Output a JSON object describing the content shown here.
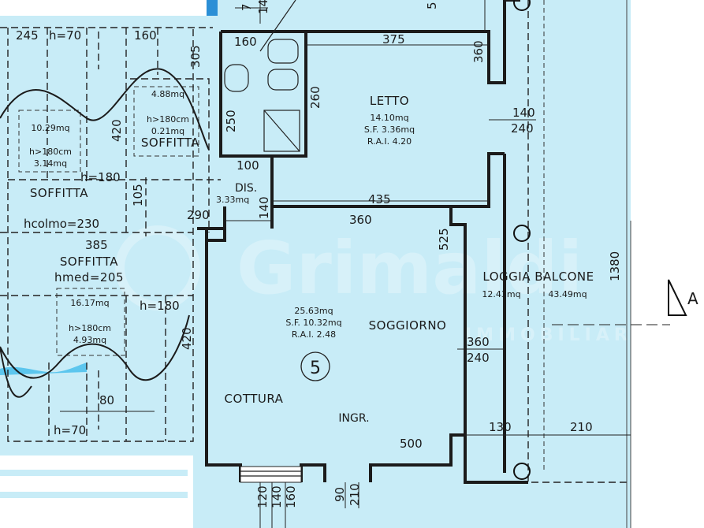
{
  "unit_number": "5",
  "watermark": {
    "brand": "Grimaldi",
    "tagline": "IMMOBILIARE"
  },
  "section_marker": "A",
  "rooms": {
    "letto": {
      "name": "LETTO",
      "area": "14.10mq",
      "sf": "S.F. 3.36mq",
      "rai": "R.A.I. 4.20"
    },
    "dis": {
      "name": "DIS.",
      "area": "3.33mq"
    },
    "soggiorno": {
      "name": "SOGGIORNO",
      "area": "25.63mq",
      "sf": "S.F. 10.32mq",
      "rai": "R.A.I. 2.48"
    },
    "cottura": {
      "name": "COTTURA"
    },
    "ingresso": {
      "name": "INGR."
    },
    "loggia": {
      "name": "LOGGIA BALCONE",
      "area_a": "12.43mq",
      "area_b": "43.49mq"
    },
    "soffitta_a": {
      "name": "SOFFITTA",
      "area": "10.29mq",
      "h_note": "h>180cm",
      "h_area": "3.14mq"
    },
    "soffitta_b": {
      "name": "SOFFITTA",
      "area": "4.88mq",
      "h_note": "h>180cm",
      "h_area": "0.21mq"
    },
    "soffitta_c": {
      "name": "SOFFITTA",
      "height_label": "hmed=205",
      "area": "16.17mq",
      "h_note": "h>180cm",
      "h_area": "4.93mq"
    }
  },
  "heights": {
    "h70_top": "h=70",
    "h180_a": "h=180",
    "hcolmo": "hcolmo=230",
    "h180_b": "h=180",
    "h70_bottom": "h=70"
  },
  "dimensions": {
    "d245": "245",
    "d160_top": "160",
    "d305": "305",
    "d7": "7",
    "d14": "14",
    "d5": "5",
    "d160_bath": "160",
    "d375": "375",
    "d360_letto": "360",
    "d260": "260",
    "d250": "250",
    "d420_top": "420",
    "d100": "100",
    "d105": "105",
    "d140_dis": "140",
    "d290": "290",
    "d435": "435",
    "d360_sogg": "360",
    "d525": "525",
    "d140_right": "140",
    "d240_right": "240",
    "d1380": "1380",
    "d385": "385",
    "d420_mid": "420",
    "d80": "80",
    "d360_lower": "360",
    "d240_lower": "240",
    "d500": "500",
    "d130": "130",
    "d210_right": "210",
    "d90": "90",
    "d210_bottom": "210",
    "d120": "120",
    "d140_bottom": "140",
    "d160_bottom": "160"
  }
}
